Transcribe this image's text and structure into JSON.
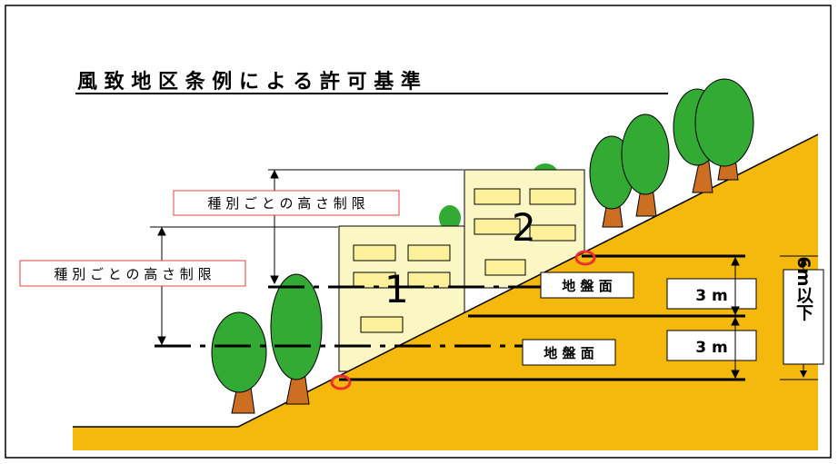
{
  "title": "風 致 地 区 条 例 に よ る 許 可 基 準",
  "height_limit_label_upper": "種 別 ご と の 高 さ 制 限",
  "height_limit_label_lower": "種 別 ご と の 高 さ 制 限",
  "ground_level_label_upper": "地 盤 面",
  "ground_level_label_lower": "地 盤 面",
  "step_upper": "3 m",
  "step_lower": "3 m",
  "max_height": "6m以下",
  "building_1": "1",
  "building_2": "2",
  "colors": {
    "slope": "#f5b80c",
    "building": "#fbf7c4",
    "window": "#fdf09a",
    "tree_leaf": "#33aa33",
    "tree_trunk": "#cc6f22",
    "marker": "#e83030",
    "label_border": "#e64040"
  }
}
